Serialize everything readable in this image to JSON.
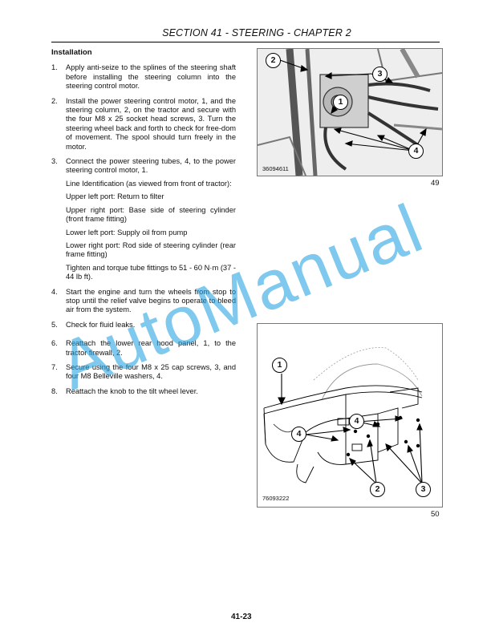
{
  "header": {
    "title": "SECTION 41 - STEERING - CHAPTER 2"
  },
  "left": {
    "heading": "Installation",
    "steps": [
      {
        "num": "1.",
        "text": "Apply anti-seize to the splines of the steering shaft before installing the steering column into the steering control motor."
      },
      {
        "num": "2.",
        "text": "Install the power steering control motor, 1, and the steering column, 2, on the tractor and secure with the four M8 x 25 socket head screws, 3. Turn the steering wheel back and forth to check for free-dom of movement. The spool should turn freely in the motor."
      },
      {
        "num": "3.",
        "text": "Connect the power steering tubes, 4, to the power steering control motor, 1.",
        "sub": [
          "Line Identification (as viewed from front of tractor):",
          "Upper left port: Return to filter",
          "Upper right port: Base side of steering cylinder (front frame fitting)",
          "Lower left port: Supply oil from pump",
          "Lower right port: Rod side of steering cylinder (rear frame fitting)",
          "Tighten and torque tube fittings to 51 - 60 N·m (37 - 44 lb ft)."
        ]
      },
      {
        "num": "4.",
        "text": "Start the engine and turn the wheels from stop to stop until the relief valve begins to operate to bleed air from the system."
      },
      {
        "num": "5.",
        "text": "Check for fluid leaks."
      },
      {
        "num": "6.",
        "text": "Reattach the lower rear hood panel, 1, to the tractor firewall, 2."
      },
      {
        "num": "7.",
        "text": "Secure using the four M8 x 25 cap screws, 3, and four M8 Belleville washers, 4."
      },
      {
        "num": "8.",
        "text": "Reattach the knob to the tilt wheel lever."
      }
    ]
  },
  "figure49": {
    "id_label": "36094611",
    "number": "49",
    "callouts": {
      "c2": "2",
      "c3": "3",
      "c1": "1",
      "c4": "4"
    }
  },
  "figure50": {
    "id_label": "76093222",
    "number": "50",
    "callouts": {
      "c1": "1",
      "c4a": "4",
      "c4b": "4",
      "c2": "2",
      "c3": "3"
    }
  },
  "watermark": "AutoManual",
  "footer": {
    "page_number": "41-23"
  },
  "colors": {
    "watermark": "#23a0e1"
  }
}
